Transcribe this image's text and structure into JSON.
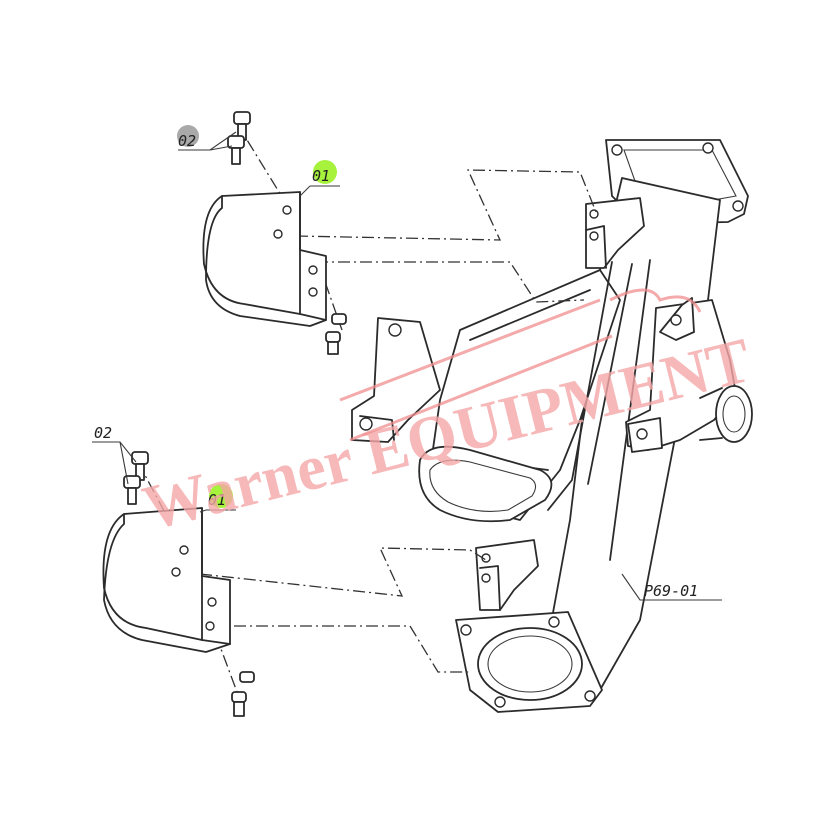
{
  "callouts": {
    "top_bracket": "01",
    "top_bolts": "02",
    "bottom_bracket": "01",
    "bottom_bolts": "02",
    "housing": "P69-01"
  },
  "watermark": {
    "text": "Warner EQUIPMENT"
  },
  "colors": {
    "line": "#2b2b2b",
    "callout_highlight": "#a6f23c",
    "callout_grey": "#a9a9a9",
    "watermark": "#f08d8d"
  }
}
